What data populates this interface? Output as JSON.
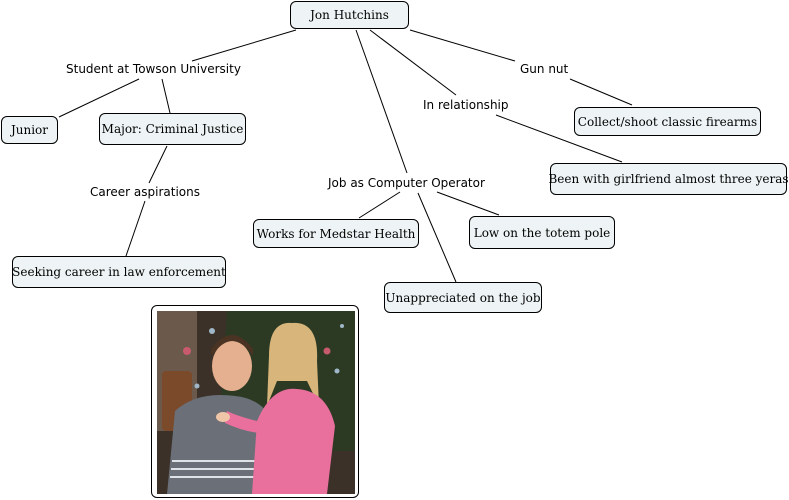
{
  "concept_map": {
    "root": "Jon Hutchins",
    "linking_phrases": {
      "student": "Student at Towson University",
      "gun": "Gun nut",
      "relationship": "In relationship",
      "job": "Job as Computer Operator",
      "career": "Career aspirations"
    },
    "concepts": {
      "junior": "Junior",
      "major": "Major: Criminal Justice",
      "collect": "Collect/shoot classic firearms",
      "girlfriend": "Been with girlfriend almost three yeras",
      "medstar": "Works for Medstar Health",
      "totem": "Low on the totem pole",
      "unappreciated": "Unappreciated on the job",
      "seeking": "Seeking career in law enforcement"
    }
  }
}
